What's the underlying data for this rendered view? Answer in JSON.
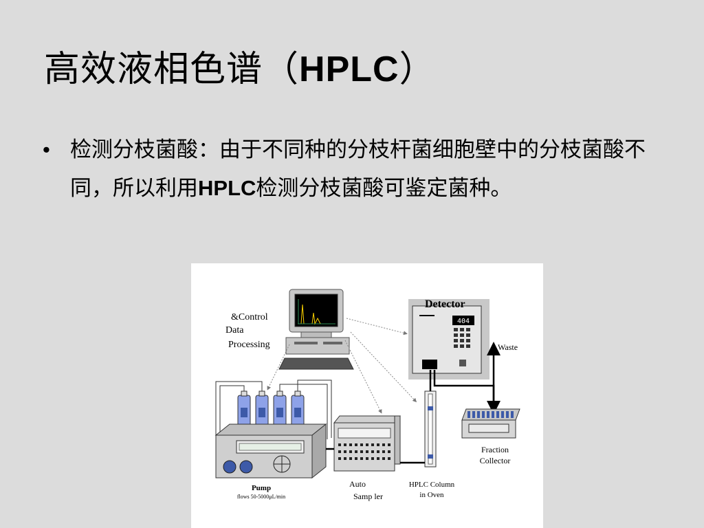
{
  "slide": {
    "title_cn": "高效液相色谱",
    "title_paren_open": "（",
    "title_latin": "HPLC",
    "title_paren_close": "）",
    "bullet_symbol": "•",
    "bullet": {
      "part1": "检测分枝菌酸：由于不同种的分枝杆菌细胞壁中的分枝菌酸不同，所以利用",
      "latin": "HPLC",
      "part2": "检测分枝菌酸可鉴定菌种。"
    }
  },
  "diagram": {
    "labels": {
      "control": "&Control",
      "data": "Data",
      "processing": "Processing",
      "detector": "Detector",
      "waste": "Waste",
      "fraction": "Fraction",
      "collector": "Collector",
      "pump": "Pump",
      "flows": "flows 50-5000μL/min",
      "auto": "Auto",
      "sampler": "Samp ler",
      "hplc_column": "HPLC Column",
      "in_oven": "in Oven",
      "detector_display": "404"
    }
  }
}
